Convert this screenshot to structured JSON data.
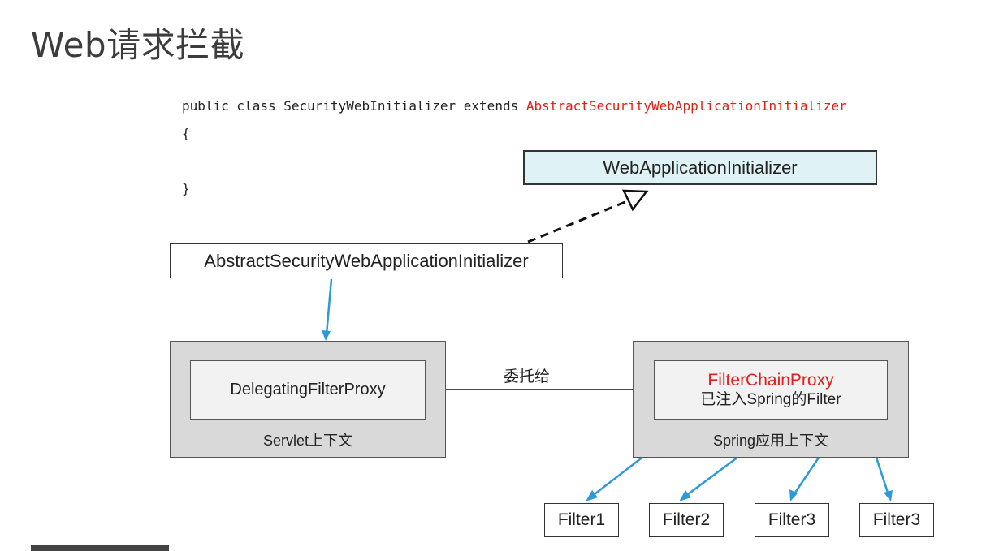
{
  "title": "Web请求拦截",
  "code": {
    "line1_prefix": "public class SecurityWebInitializer extends ",
    "line1_class": "AbstractSecurityWebApplicationInitializer",
    "open_brace": "{",
    "close_brace": "}"
  },
  "nodes": {
    "web_app_initializer": "WebApplicationInitializer",
    "abstract_security_initializer": "AbstractSecurityWebApplicationInitializer",
    "servlet_context": "Servlet上下文",
    "delegating_filter_proxy": "DelegatingFilterProxy",
    "spring_context": "Spring应用上下文",
    "filter_chain_proxy": "FilterChainProxy",
    "filter_chain_proxy_note": "已注入Spring的Filter"
  },
  "edges": {
    "delegate_label": "委托给"
  },
  "filters": [
    "Filter1",
    "Filter2",
    "Filter3",
    "Filter3"
  ],
  "colors": {
    "highlight_red": "#e0201b",
    "arrow_blue": "#2b9ad6",
    "interface_fill": "#dff3f7",
    "container_fill": "#d9d9d9",
    "inner_fill": "#f2f2f2"
  }
}
